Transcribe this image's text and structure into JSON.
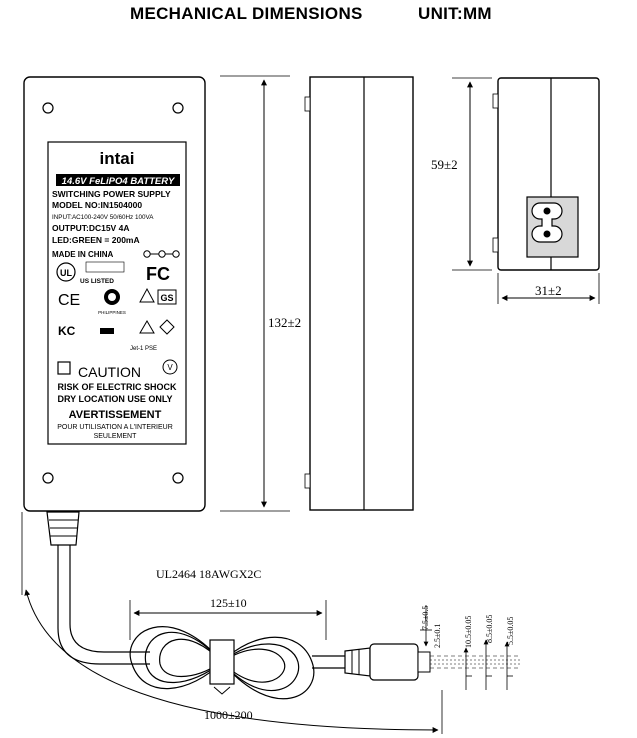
{
  "header": {
    "title": "MECHANICAL DIMENSIONS",
    "unit": "UNIT:MM"
  },
  "label": {
    "brand": "intai",
    "battery": "14.6V FeLiPO4 BATTERY",
    "line1": "SWITCHING POWER SUPPLY",
    "line2": "MODEL NO:IN1504000",
    "line3": "INPUT:AC100-240V 50/60Hz 100VA",
    "line4": "OUTPUT:DC15V 4A",
    "line5": "LED:GREEN = 200mA",
    "line6": "MADE IN CHINA",
    "ul_listed": "US LISTED",
    "fc_text": "FC",
    "ce_text": "CE",
    "ph_text": "PHILIPPINES",
    "kc_text": "KC",
    "pse_text": "Jet-1 PSE",
    "caution_text": "CAUTION",
    "risk_text": "RISK OF ELECTRIC SHOCK",
    "dry_text": "DRY LOCATION USE ONLY",
    "avert_text": "AVERTISSEMENT",
    "fr1": "POUR UTILISATION A L'INTERIEUR",
    "fr2": "SEULEMENT"
  },
  "dimensions": {
    "length": "132±2",
    "height": "59±2",
    "width": "31±2",
    "cable_spec": "UL2464 18AWGX2C",
    "coil": "125±10",
    "cable_length": "1000±200",
    "plug_a": "7.5±0.5",
    "plug_b": "2.5±0.1",
    "plug_c": "10.5±0.05",
    "plug_d": "8.5±0.05",
    "plug_e": "5.5±0.05"
  }
}
